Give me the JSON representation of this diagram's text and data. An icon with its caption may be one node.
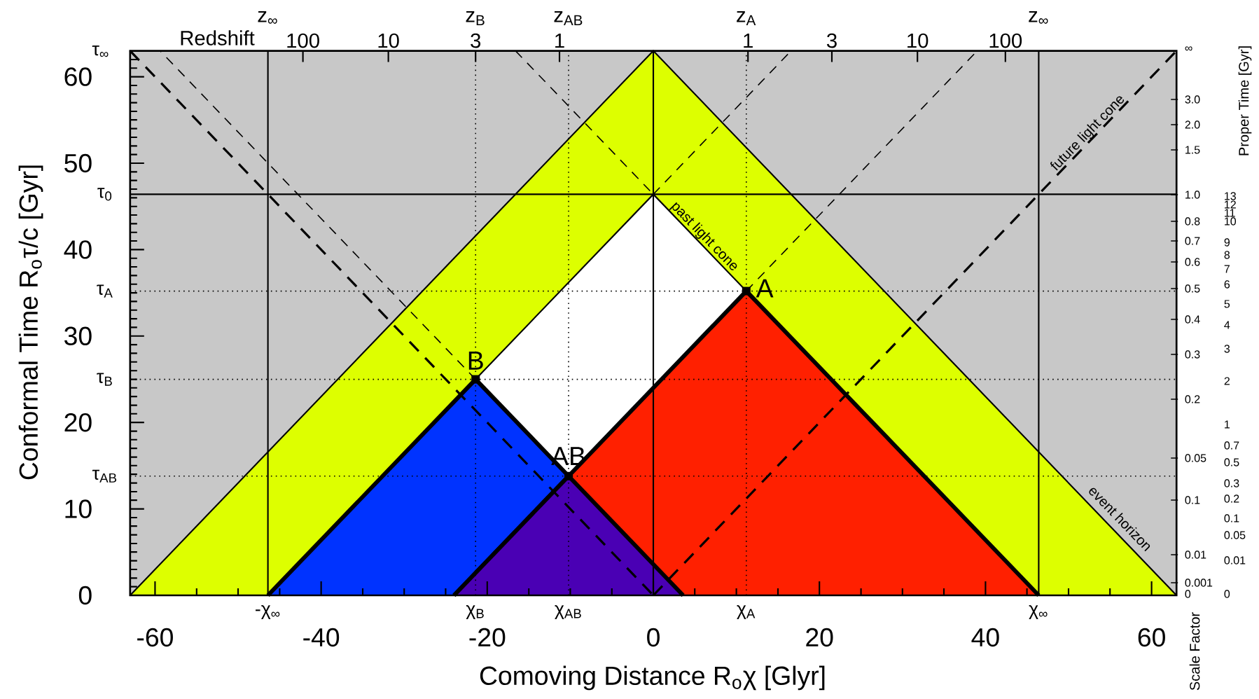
{
  "diagram": {
    "nodes": [
      {
        "text": [
          "A"
        ]
      },
      {
        "text": [
          "B"
        ]
      },
      {
        "text": [
          "AB"
        ]
      }
    ],
    "labels": [
      "z$_{∞}$",
      "z$_{B}$",
      "z$_{AB}$",
      "z$_{A}$",
      "z$_{∞}$",
      "Redshift",
      "100",
      "10",
      "3",
      "1",
      "1",
      "3",
      "10",
      "100",
      "τ$_{∞}$",
      "60",
      "50",
      "τ$_{0}$",
      "40",
      "τ$_{A}$",
      "30",
      "τ$_{B}$",
      "20",
      "τ$_{AB}$",
      "10",
      "0",
      "∞",
      "3.0",
      "2.0",
      "1.5",
      "1.0",
      "0.8",
      "0.7",
      "0.6",
      "0.5",
      "0.4",
      "0.3",
      "0.2",
      "0.05",
      "0.1",
      "0.01",
      "0.001",
      "0",
      "13",
      "12",
      "11",
      "10",
      "9",
      "8",
      "7",
      "6",
      "5",
      "4",
      "3",
      "2",
      "1",
      "0.7",
      "0.5",
      "0.3",
      "0.2",
      "0.1",
      "0.05",
      "0.01",
      "0",
      "Proper Time [Gyr]",
      "Scale Factor",
      "past light cone",
      "future light cone",
      "event horizon",
      "Conformal Time R$_{o}$τ/c [Gyr]",
      "-χ$_{∞}$",
      "χ$_{B}$",
      "χ$_{AB}$",
      "χ$_{A}$",
      "χ$_{∞}$",
      "-60",
      "-40",
      "-20",
      "0",
      "20",
      "40",
      "60",
      "Comoving Distance R$_{o}$χ [Glyr]"
    ]
  }
}
